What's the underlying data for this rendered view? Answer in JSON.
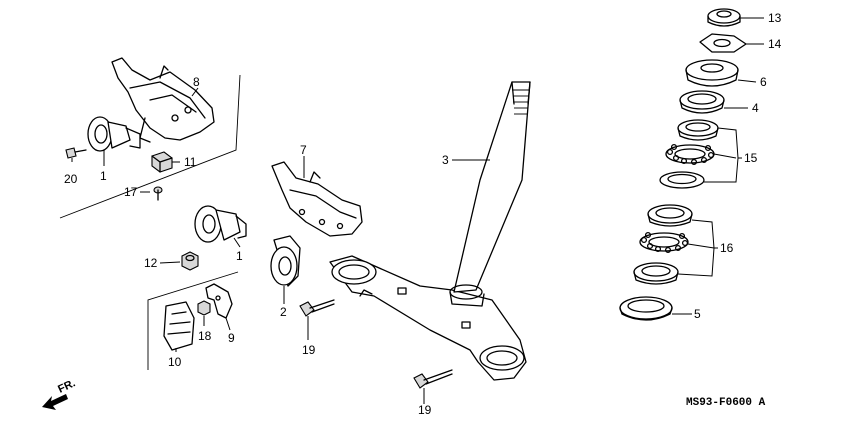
{
  "callouts": [
    "1",
    "1",
    "2",
    "3",
    "4",
    "5",
    "6",
    "7",
    "8",
    "9",
    "10",
    "11",
    "12",
    "13",
    "14",
    "15",
    "16",
    "17",
    "18",
    "19",
    "19",
    "20"
  ],
  "front_marker": "FR.",
  "diagram_code": "MS93-F0600 A"
}
